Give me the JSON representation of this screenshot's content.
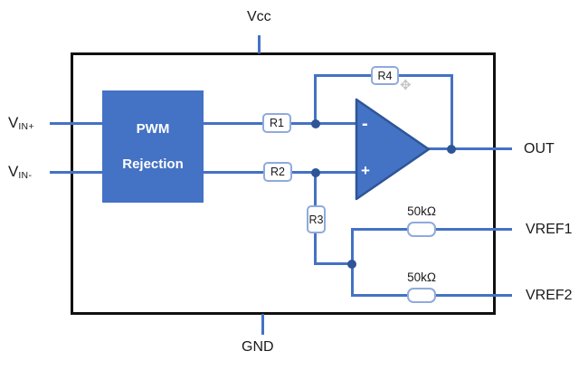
{
  "colors": {
    "wire": "#4472C4",
    "node": "#2E5597",
    "block_fill": "#4472C4",
    "block_text": "#ffffff",
    "resistor_border": "#8FAADC",
    "box_border": "#111111",
    "label_text": "#1a1a1a"
  },
  "ports": {
    "vcc": "Vcc",
    "gnd": "GND",
    "vin_plus_main": "V",
    "vin_plus_sub": "IN+",
    "vin_minus_main": "V",
    "vin_minus_sub": "IN-",
    "out": "OUT",
    "vref1": "VREF1",
    "vref2": "VREF2"
  },
  "pwm_block": {
    "line1": "PWM",
    "line2": "Rejection"
  },
  "opamp": {
    "inverting_sign": "-",
    "noninverting_sign": "+"
  },
  "resistors": {
    "r1": "R1",
    "r2": "R2",
    "r3": "R3",
    "r4": "R4",
    "vref1_value": "50kΩ",
    "vref2_value": "50kΩ"
  },
  "icons": {
    "move_cursor": "✥"
  }
}
